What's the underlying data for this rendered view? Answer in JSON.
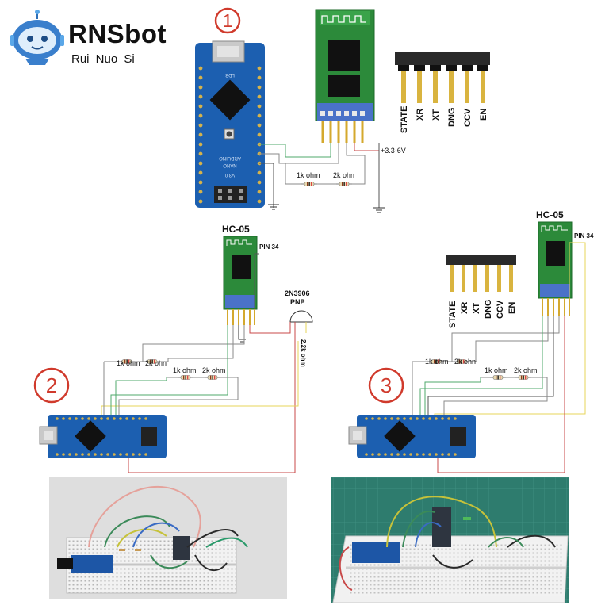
{
  "brand": {
    "name": "RNSbot",
    "subtitle": "Rui  Nuo  Si"
  },
  "colors": {
    "board_blue": "#1c5fb0",
    "module_green": "#2c8a3a",
    "badge_red": "#d03a2c",
    "wire_gray": "#8a8a8a",
    "wire_yellow": "#e7d45a",
    "wire_green": "#4fa86b",
    "wire_red": "#c84848"
  },
  "diagram1": {
    "badge": "1",
    "resistor1": "1k ohm",
    "resistor2": "2k ohn",
    "voltage": "+3.3-6V",
    "board_text": {
      "chip": "LDB",
      "name1": "ARDUINO",
      "name2": "NANO",
      "version": "V3.0"
    },
    "pins": [
      "STATE",
      "XR",
      "XT",
      "DNG",
      "CCV",
      "EN"
    ]
  },
  "diagram2": {
    "badge": "2",
    "module": "HC-05",
    "pin34": "PIN 34",
    "transistor": "2N3906",
    "transistor_type": "PNP",
    "resistor_base": "2.2k ohm",
    "resistor1": "1k ohm",
    "resistor2": "2k ohn",
    "resistor3": "1k ohm",
    "resistor4": "2k ohm"
  },
  "diagram3": {
    "badge": "3",
    "module": "HC-05",
    "pin34": "PIN 34",
    "resistor1": "1k ohm",
    "resistor2": "2k ohn",
    "resistor3": "1k ohm",
    "resistor4": "2k ohm",
    "pins": [
      "STATE",
      "XR",
      "XT",
      "DNG",
      "CCV",
      "EN"
    ]
  }
}
